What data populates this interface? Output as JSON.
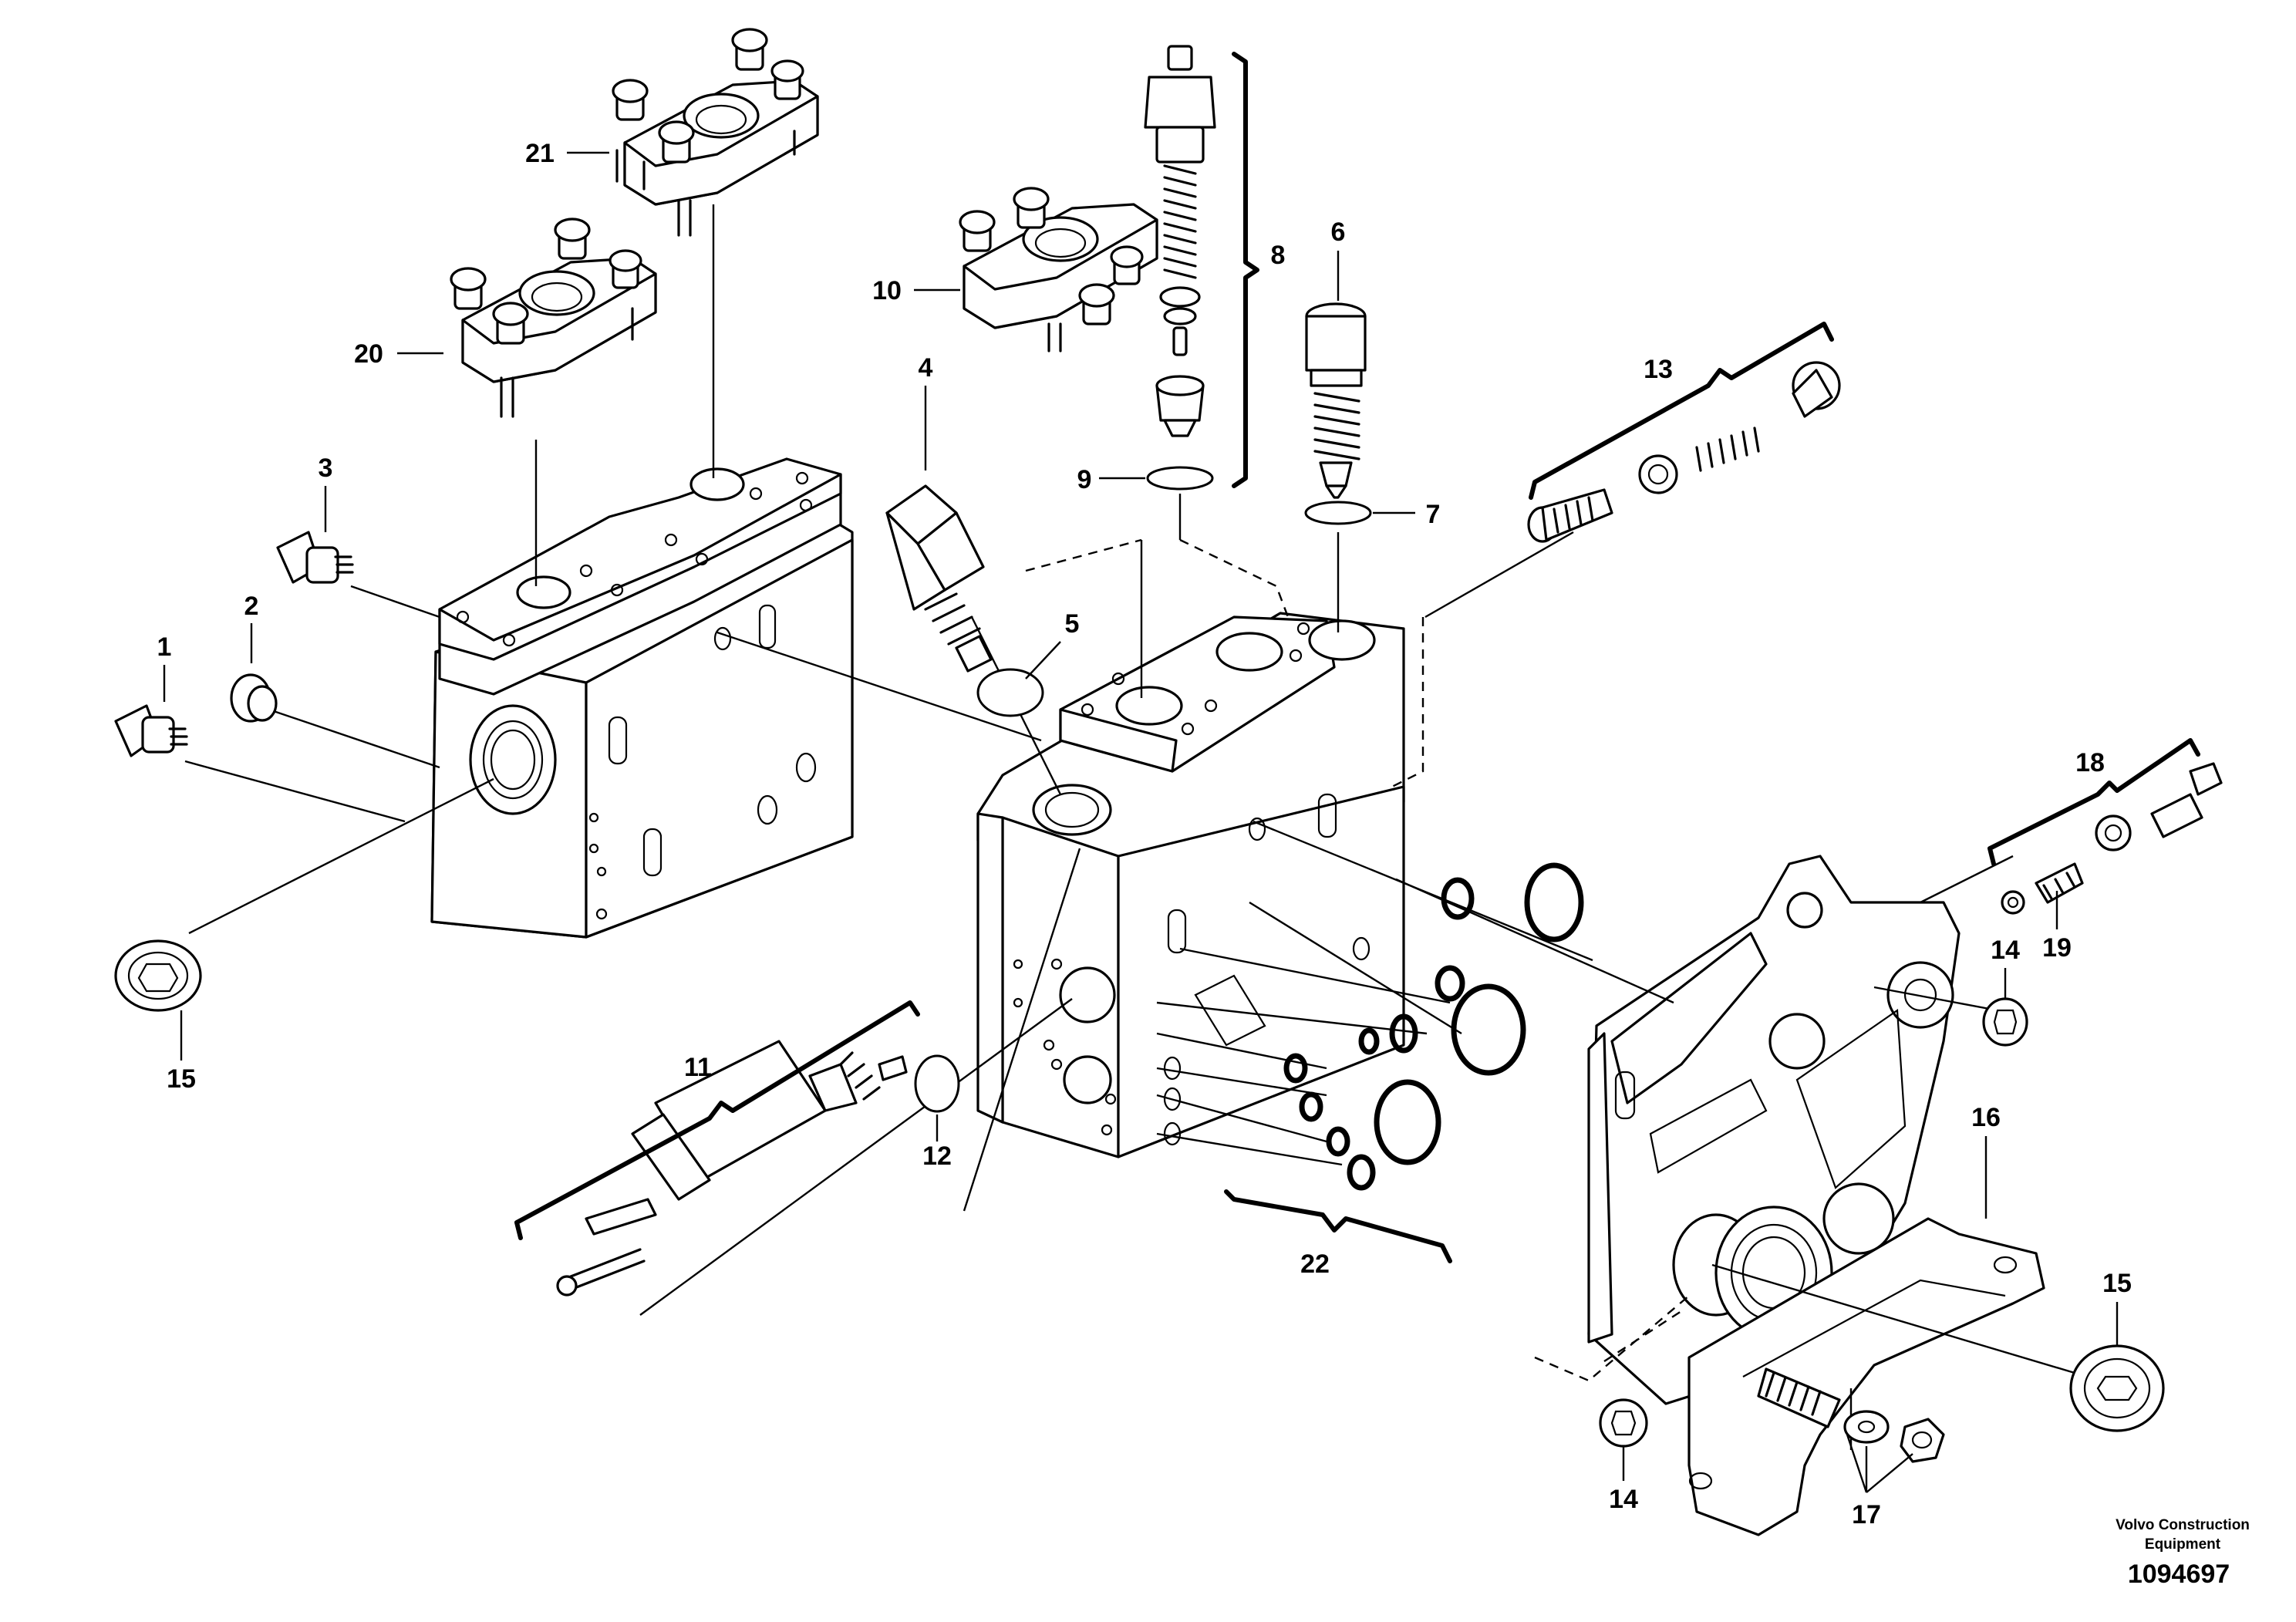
{
  "callouts": {
    "c1": "1",
    "c2": "2",
    "c3": "3",
    "c4": "4",
    "c5": "5",
    "c6": "6",
    "c7": "7",
    "c8": "8",
    "c9": "9",
    "c10": "10",
    "c11": "11",
    "c12": "12",
    "c13": "13",
    "c14a": "14",
    "c14b": "14",
    "c15a": "15",
    "c15b": "15",
    "c16": "16",
    "c17": "17",
    "c18": "18",
    "c19": "19",
    "c20": "20",
    "c21": "21",
    "c22": "22"
  },
  "footer": {
    "brand_line1": "Volvo Construction",
    "brand_line2": "Equipment",
    "drawing_number": "1094697"
  }
}
